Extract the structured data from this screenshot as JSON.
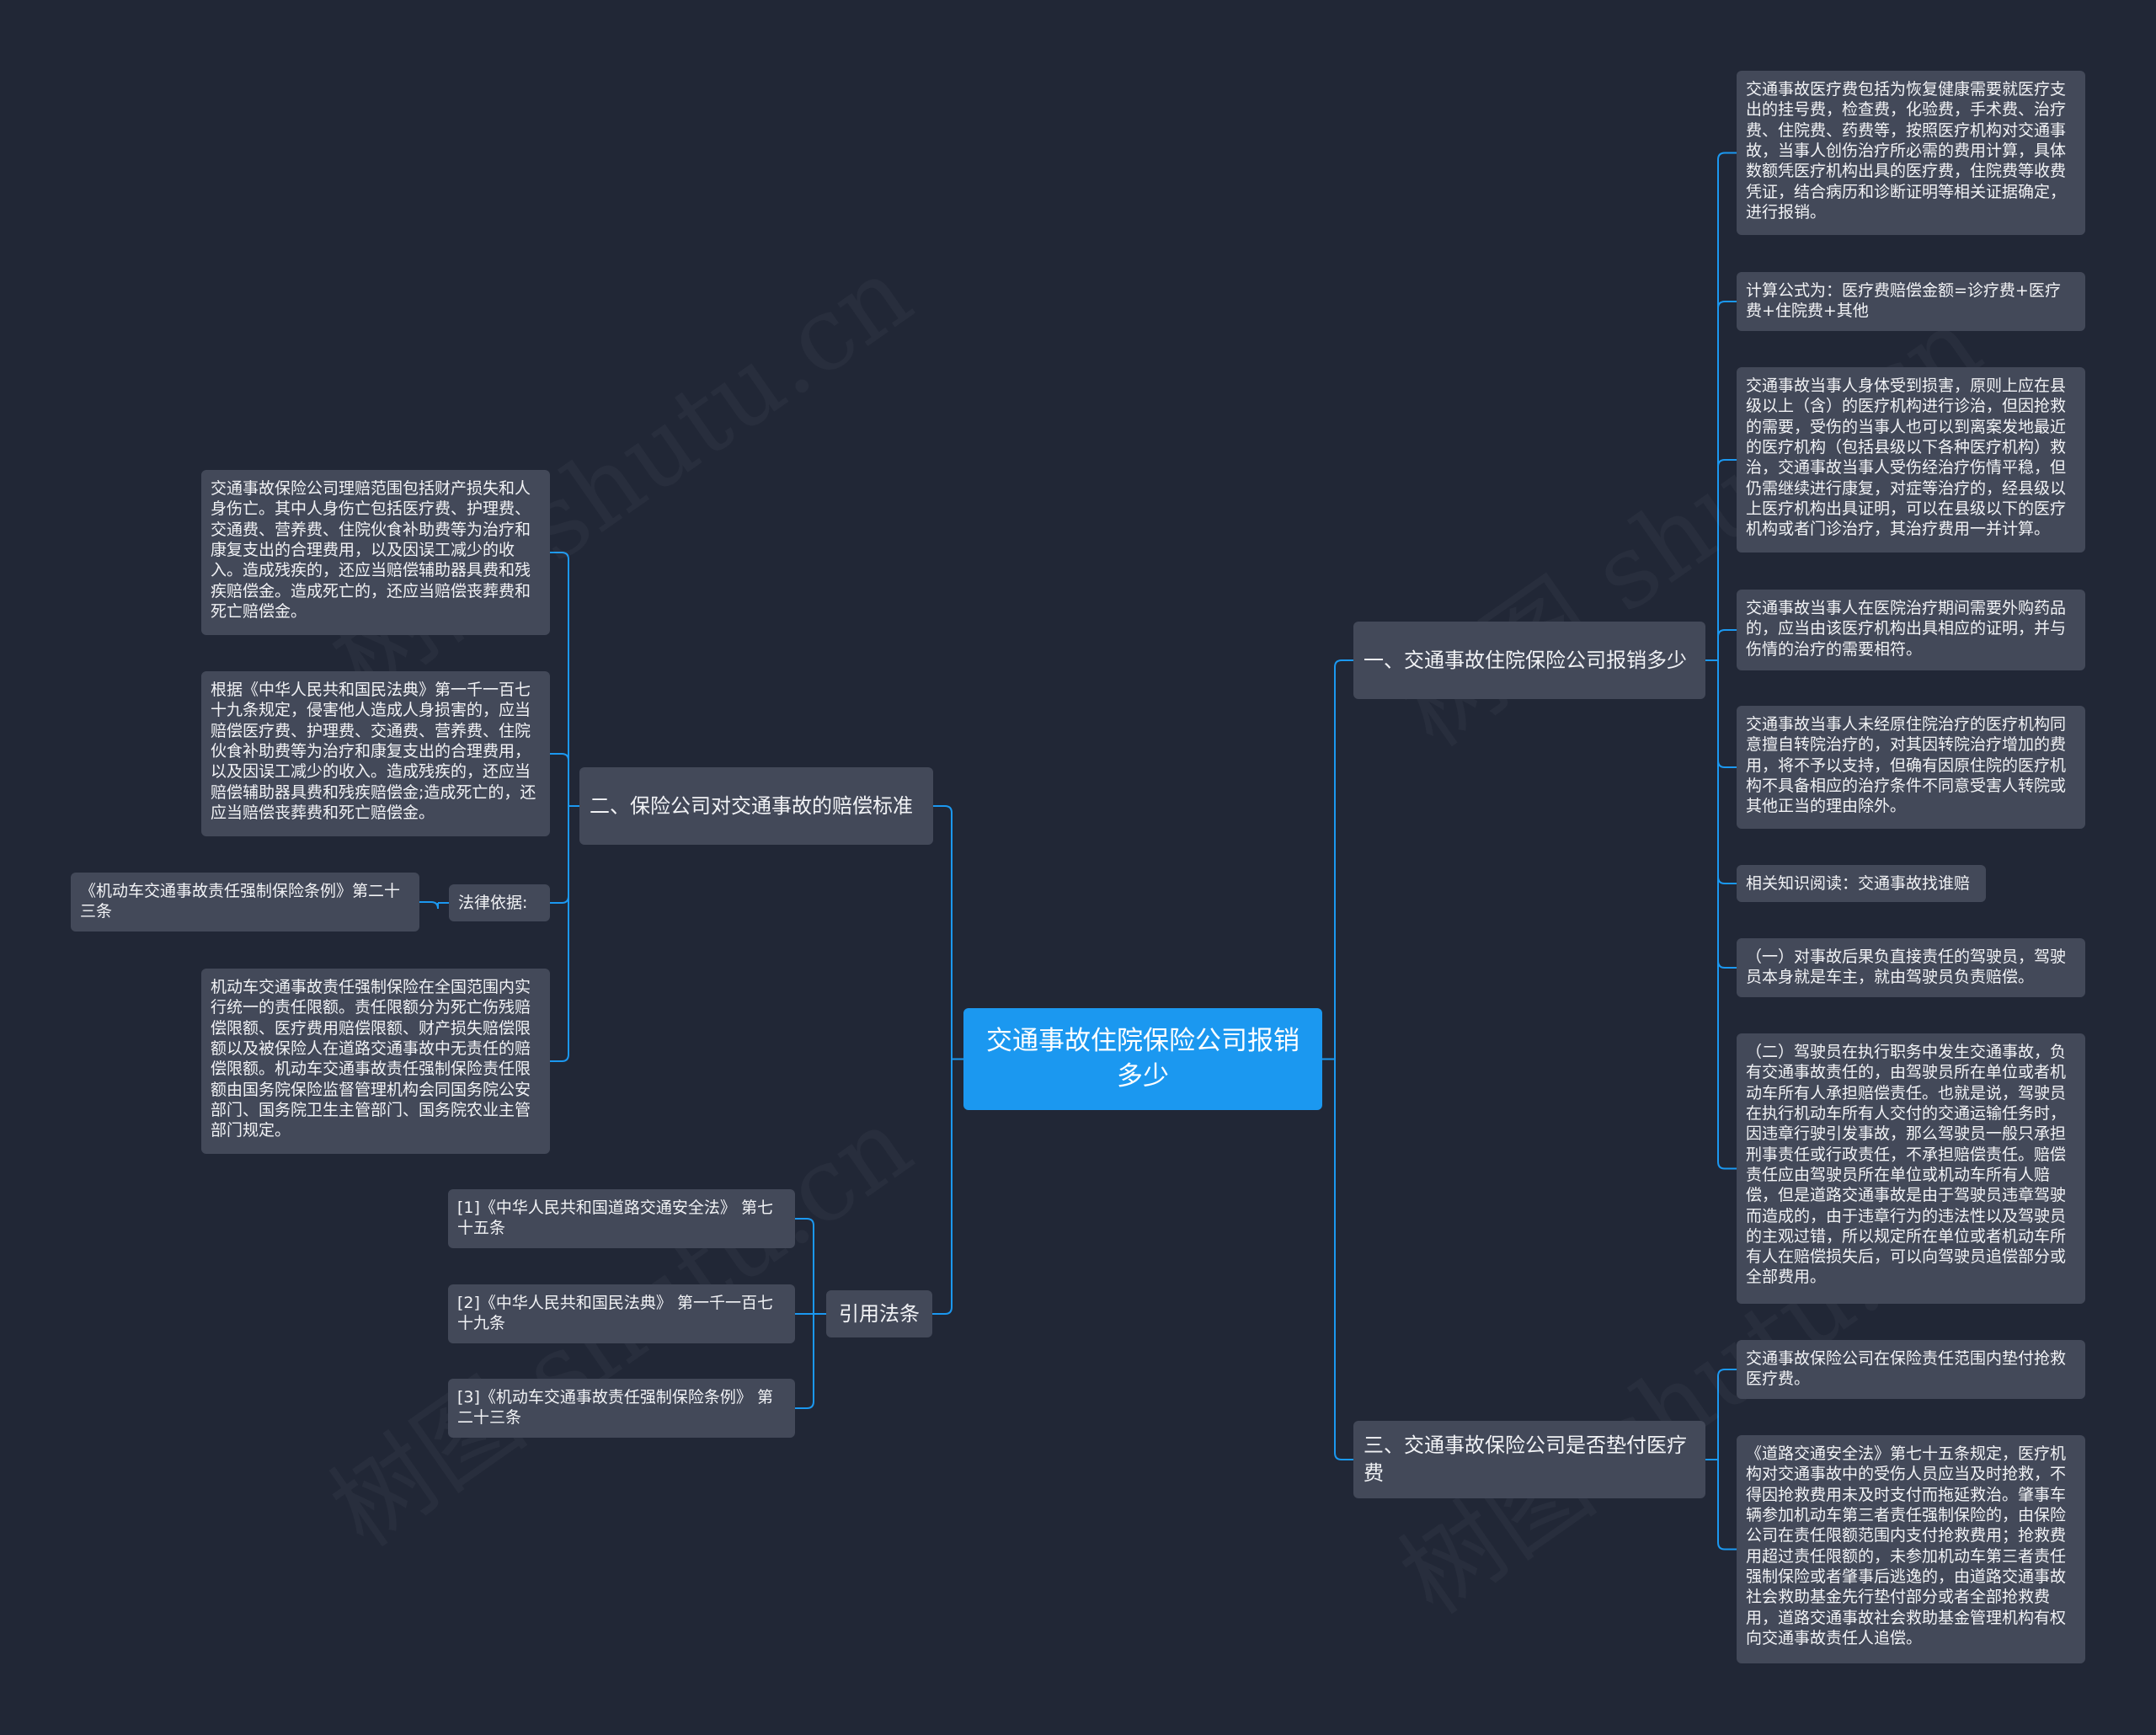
{
  "root": {
    "text": "交通事故住院保险公司报销多少"
  },
  "branches": {
    "b1": {
      "title": "一、交通事故住院保险公司报销多少",
      "items": [
        "交通事故医疗费包括为恢复健康需要就医疗支出的挂号费，检查费，化验费，手术费、治疗费、住院费、药费等，按照医疗机构对交通事故，当事人创伤治疗所必需的费用计算，具体数额凭医疗机构出具的医疗费，住院费等收费凭证，结合病历和诊断证明等相关证据确定，进行报销。",
        "计算公式为：医疗费赔偿金额=诊疗费+医疗费+住院费+其他",
        "交通事故当事人身体受到损害，原则上应在县级以上（含）的医疗机构进行诊治，但因抢救的需要，受伤的当事人也可以到离案发地最近的医疗机构（包括县级以下各种医疗机构）救治，交通事故当事人受伤经治疗伤情平稳，但仍需继续进行康复，对症等治疗的，经县级以上医疗机构出具证明，可以在县级以下的医疗机构或者门诊治疗，其治疗费用一并计算。",
        "交通事故当事人在医院治疗期间需要外购药品的，应当由该医疗机构出具相应的证明，并与伤情的治疗的需要相符。",
        "交通事故当事人未经原住院治疗的医疗机构同意擅自转院治疗的，对其因转院治疗增加的费用，将不予以支持，但确有因原住院的医疗机构不具备相应的治疗条件不同意受害人转院或其他正当的理由除外。",
        "相关知识阅读：交通事故找谁赔",
        "（一）对事故后果负直接责任的驾驶员，驾驶员本身就是车主，就由驾驶员负责赔偿。",
        "（二）驾驶员在执行职务中发生交通事故，负有交通事故责任的，由驾驶员所在单位或者机动车所有人承担赔偿责任。也就是说，驾驶员在执行机动车所有人交付的交通运输任务时，因违章行驶引发事故，那么驾驶员一般只承担刑事责任或行政责任，不承担赔偿责任。赔偿责任应由驾驶员所在单位或机动车所有人赔偿，但是道路交通事故是由于驾驶员违章驾驶而造成的，由于违章行为的违法性以及驾驶员的主观过错，所以规定所在单位或者机动车所有人在赔偿损失后，可以向驾驶员追偿部分或全部费用。"
      ]
    },
    "b2": {
      "title": "二、保险公司对交通事故的赔偿标准",
      "items": [
        "交通事故保险公司理赔范围包括财产损失和人身伤亡。其中人身伤亡包括医疗费、护理费、交通费、营养费、住院伙食补助费等为治疗和康复支出的合理费用，以及因误工减少的收入。造成残疾的，还应当赔偿辅助器具费和残疾赔偿金。造成死亡的，还应当赔偿丧葬费和死亡赔偿金。",
        "根据《中华人民共和国民法典》第一千一百七十九条规定，侵害他人造成人身损害的，应当赔偿医疗费、护理费、交通费、营养费、住院伙食补助费等为治疗和康复支出的合理费用，以及因误工减少的收入。造成残疾的，还应当赔偿辅助器具费和残疾赔偿金;造成死亡的，还应当赔偿丧葬费和死亡赔偿金。",
        "法律依据:",
        "机动车交通事故责任强制保险在全国范围内实行统一的责任限额。责任限额分为死亡伤残赔偿限额、医疗费用赔偿限额、财产损失赔偿限额以及被保险人在道路交通事故中无责任的赔偿限额。机动车交通事故责任强制保险责任限额由国务院保险监督管理机构会同国务院公安部门、国务院卫生主管部门、国务院农业主管部门规定。"
      ],
      "sub": "《机动车交通事故责任强制保险条例》第二十三条"
    },
    "b3": {
      "title": "三、交通事故保险公司是否垫付医疗费",
      "items": [
        "交通事故保险公司在保险责任范围内垫付抢救医疗费。",
        "《道路交通安全法》第七十五条规定，医疗机构对交通事故中的受伤人员应当及时抢救，不得因抢救费用未及时支付而拖延救治。肇事车辆参加机动车第三者责任强制保险的，由保险公司在责任限额范围内支付抢救费用；抢救费用超过责任限额的，未参加机动车第三者责任强制保险或者肇事后逃逸的，由道路交通事故社会救助基金先行垫付部分或者全部抢救费用，道路交通事故社会救助基金管理机构有权向交通事故责任人追偿。"
      ]
    },
    "b4": {
      "title": "引用法条",
      "items": [
        "[1]《中华人民共和国道路交通安全法》 第七十五条",
        "[2]《中华人民共和国民法典》 第一千一百七十九条",
        "[3]《机动车交通事故责任强制保险条例》 第二十三条"
      ]
    }
  },
  "watermark": "树图 shutu.cn",
  "colors": {
    "background": "#212736",
    "node": "#434959",
    "root": "#1b98f0",
    "link": "#1b98f0"
  }
}
